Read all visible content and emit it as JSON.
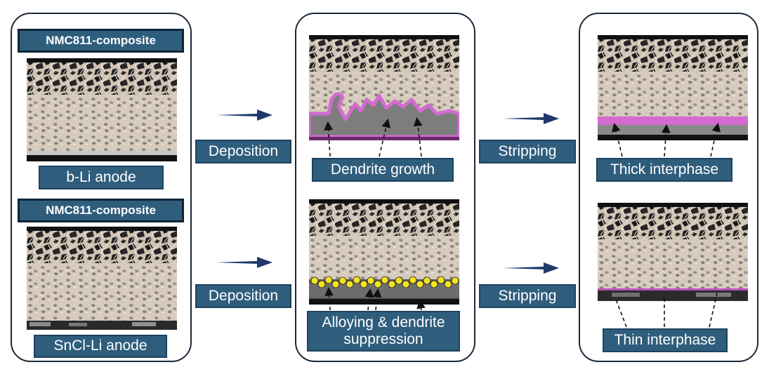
{
  "left": {
    "top_header": "NMC811-composite",
    "top_anode": "b-Li anode",
    "bottom_header": "NMC811-composite",
    "bottom_anode": "SnCl-Li anode"
  },
  "transitions": {
    "deposition_top": "Deposition",
    "deposition_bottom": "Deposition",
    "stripping_top": "Stripping",
    "stripping_bottom": "Stripping"
  },
  "middle": {
    "top_label": "Dendrite growth",
    "bottom_label": "Alloying & dendrite suppression"
  },
  "right": {
    "top_label": "Thick interphase",
    "bottom_label": "Thin interphase"
  },
  "colors": {
    "label_fill": "#2f5d7c",
    "panel_border": "#1b2a3a",
    "arrow": "#1f3a6b",
    "interphase": "#d36bd1",
    "alloy": "#f3e21f"
  }
}
